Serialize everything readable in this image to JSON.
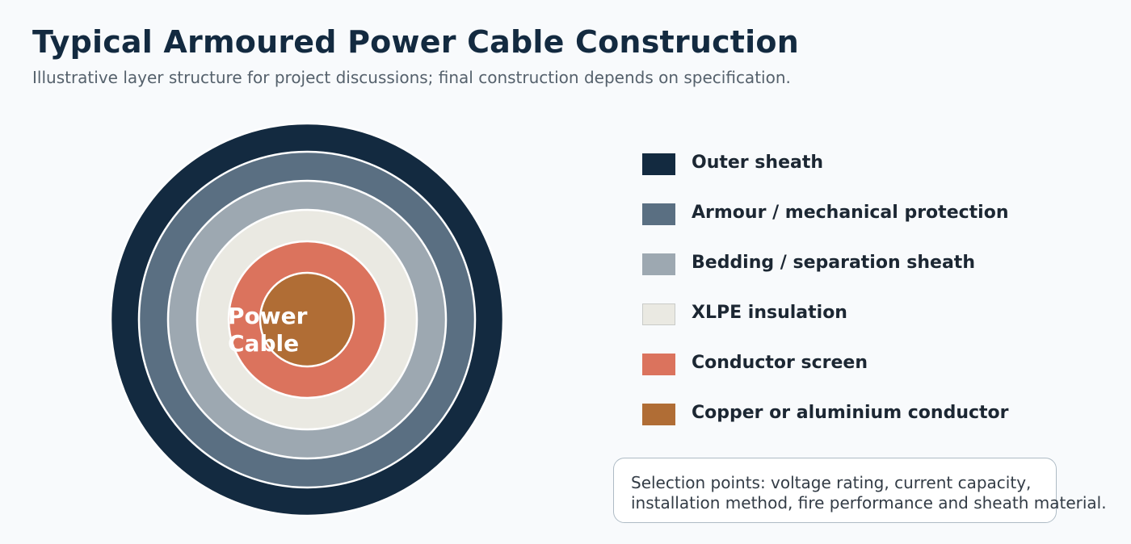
{
  "title": "Typical Armoured Power Cable Construction",
  "subtitle": "Illustrative layer structure for project discussions; final construction depends on specification.",
  "center_label": {
    "line1": "Power",
    "line2": "Cable"
  },
  "layers": [
    {
      "label": "Outer sheath",
      "color": "#132a40"
    },
    {
      "label": "Armour / mechanical protection",
      "color": "#5a6f82"
    },
    {
      "label": "Bedding / separation sheath",
      "color": "#9da8b1"
    },
    {
      "label": "XLPE insulation",
      "color": "#eae9e2"
    },
    {
      "label": "Conductor screen",
      "color": "#db735d"
    },
    {
      "label": "Copper or aluminium conductor",
      "color": "#b06d35"
    }
  ],
  "note": {
    "line1": "Selection points: voltage rating, current capacity,",
    "line2": "installation method, fire performance and sheath material."
  }
}
